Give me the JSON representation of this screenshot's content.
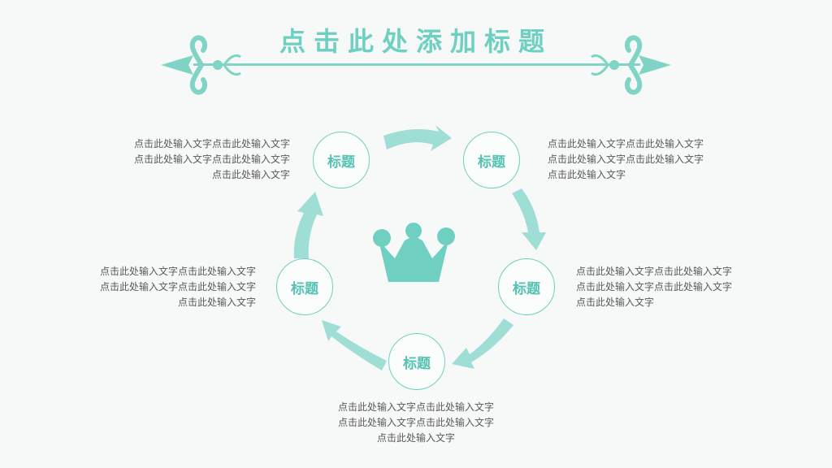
{
  "slide": {
    "title": "点击此处添加标题",
    "accent_color": "#6ed0c0",
    "center_icon": "crown-icon",
    "nodes": [
      {
        "label": "标题",
        "text": "点击此处输入文字点击此处输入文字点击此处输入文字点击此处输入文字点击此处输入文字"
      },
      {
        "label": "标题",
        "text": "点击此处输入文字点击此处输入文字点击此处输入文字点击此处输入文字点击此处输入文字"
      },
      {
        "label": "标题",
        "text": "点击此处输入文字点击此处输入文字点击此处输入文字点击此处输入文字点击此处输入文字"
      },
      {
        "label": "标题",
        "text": "点击此处输入文字点击此处输入文字点击此处输入文字点击此处输入文字点击此处输入文字"
      },
      {
        "label": "标题",
        "text": "点击此处输入文字点击此处输入文字点击此处输入文字点击此处输入文字点击此处输入文字"
      }
    ]
  }
}
